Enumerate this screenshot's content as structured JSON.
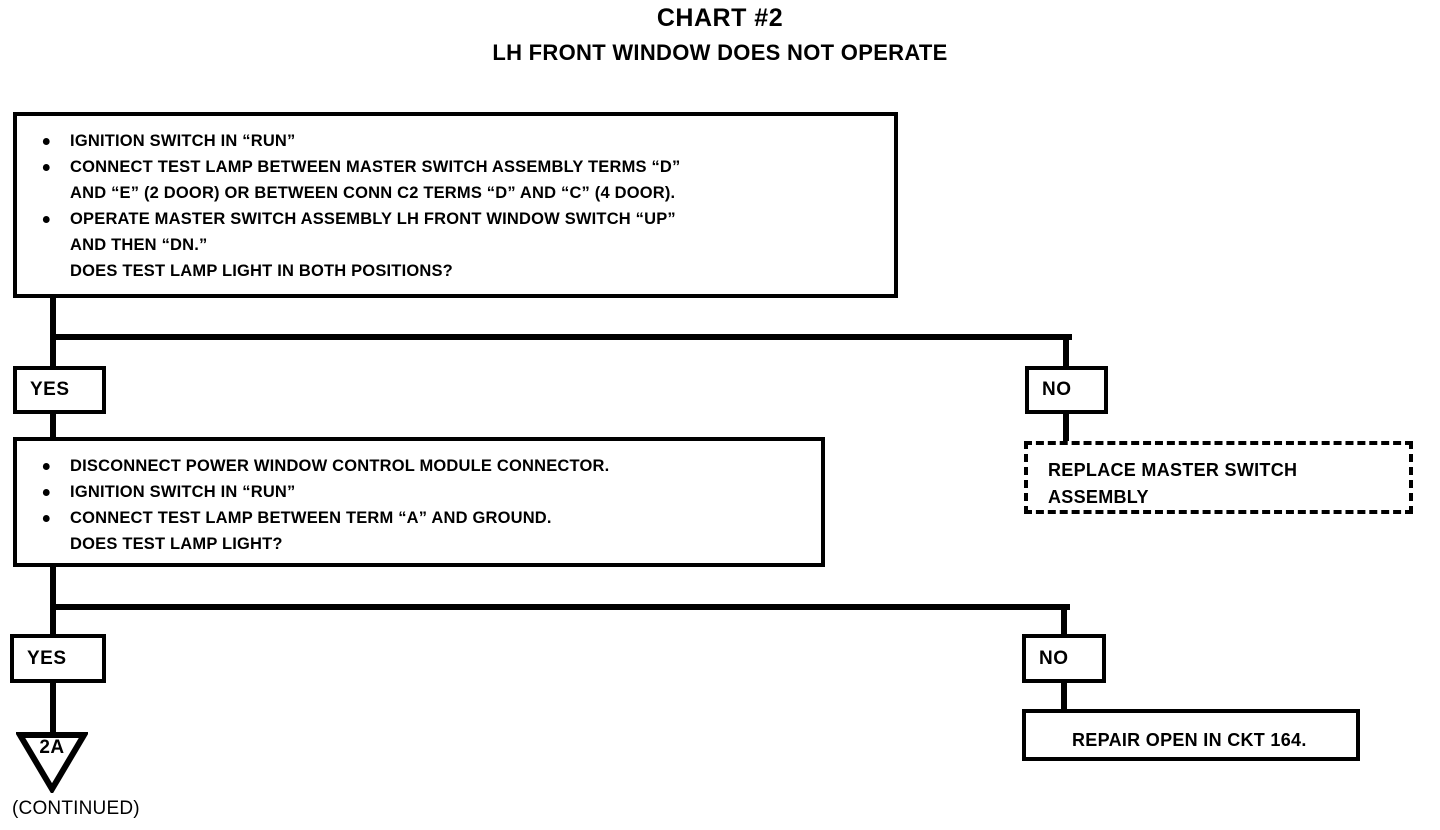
{
  "header": {
    "chart_title": "CHART #2",
    "chart_subtitle": "LH FRONT WINDOW DOES NOT OPERATE"
  },
  "diagram": {
    "type": "flowchart",
    "step1": {
      "lines": [
        {
          "text": "IGNITION SWITCH IN “RUN”",
          "bullet": true
        },
        {
          "text": "CONNECT TEST LAMP BETWEEN MASTER SWITCH ASSEMBLY TERMS “D”",
          "bullet": true
        },
        {
          "text": "AND “E” (2 DOOR) OR BETWEEN CONN C2 TERMS “D” AND “C” (4 DOOR).",
          "bullet": false
        },
        {
          "text": "OPERATE MASTER SWITCH ASSEMBLY LH FRONT WINDOW SWITCH “UP”",
          "bullet": true
        },
        {
          "text": "AND THEN “DN.”",
          "bullet": false
        },
        {
          "text": "DOES TEST LAMP LIGHT IN BOTH POSITIONS?",
          "bullet": false
        }
      ]
    },
    "step1_yes_label": "YES",
    "step1_no_label": "NO",
    "step1_no_action": "REPLACE MASTER SWITCH ASSEMBLY",
    "step2": {
      "lines": [
        {
          "text": "DISCONNECT POWER WINDOW CONTROL MODULE CONNECTOR.",
          "bullet": true
        },
        {
          "text": "IGNITION SWITCH IN “RUN”",
          "bullet": true
        },
        {
          "text": "CONNECT TEST LAMP BETWEEN TERM “A” AND GROUND.",
          "bullet": true
        },
        {
          "text": "DOES TEST LAMP LIGHT?",
          "bullet": false
        }
      ]
    },
    "step2_yes_label": "YES",
    "step2_no_label": "NO",
    "step2_no_action": "REPAIR OPEN IN CKT 164.",
    "continuation_marker": "2A",
    "continued_note": "(CONTINUED)"
  }
}
